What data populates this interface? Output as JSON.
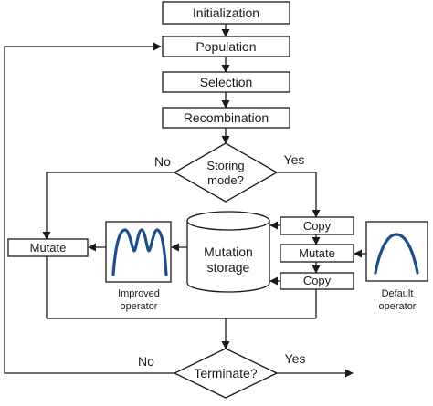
{
  "nodes": {
    "initialization": "Initialization",
    "population": "Population",
    "selection": "Selection",
    "recombination": "Recombination",
    "storing_mode_line1": "Storing",
    "storing_mode_line2": "mode?",
    "copy_top": "Copy",
    "mutate_center": "Mutate",
    "copy_bottom": "Copy",
    "mutate_left": "Mutate",
    "storage_line1": "Mutation",
    "storage_line2": "storage",
    "terminate": "Terminate?"
  },
  "edge_labels": {
    "storing_no": "No",
    "storing_yes": "Yes",
    "terminate_no": "No",
    "terminate_yes": "Yes"
  },
  "captions": {
    "improved_line1": "Improved",
    "improved_line2": "operator",
    "default_line1": "Default",
    "default_line2": "operator"
  },
  "colors": {
    "operator_curve": "#1f4e8c",
    "line": "#1a1a1a"
  }
}
